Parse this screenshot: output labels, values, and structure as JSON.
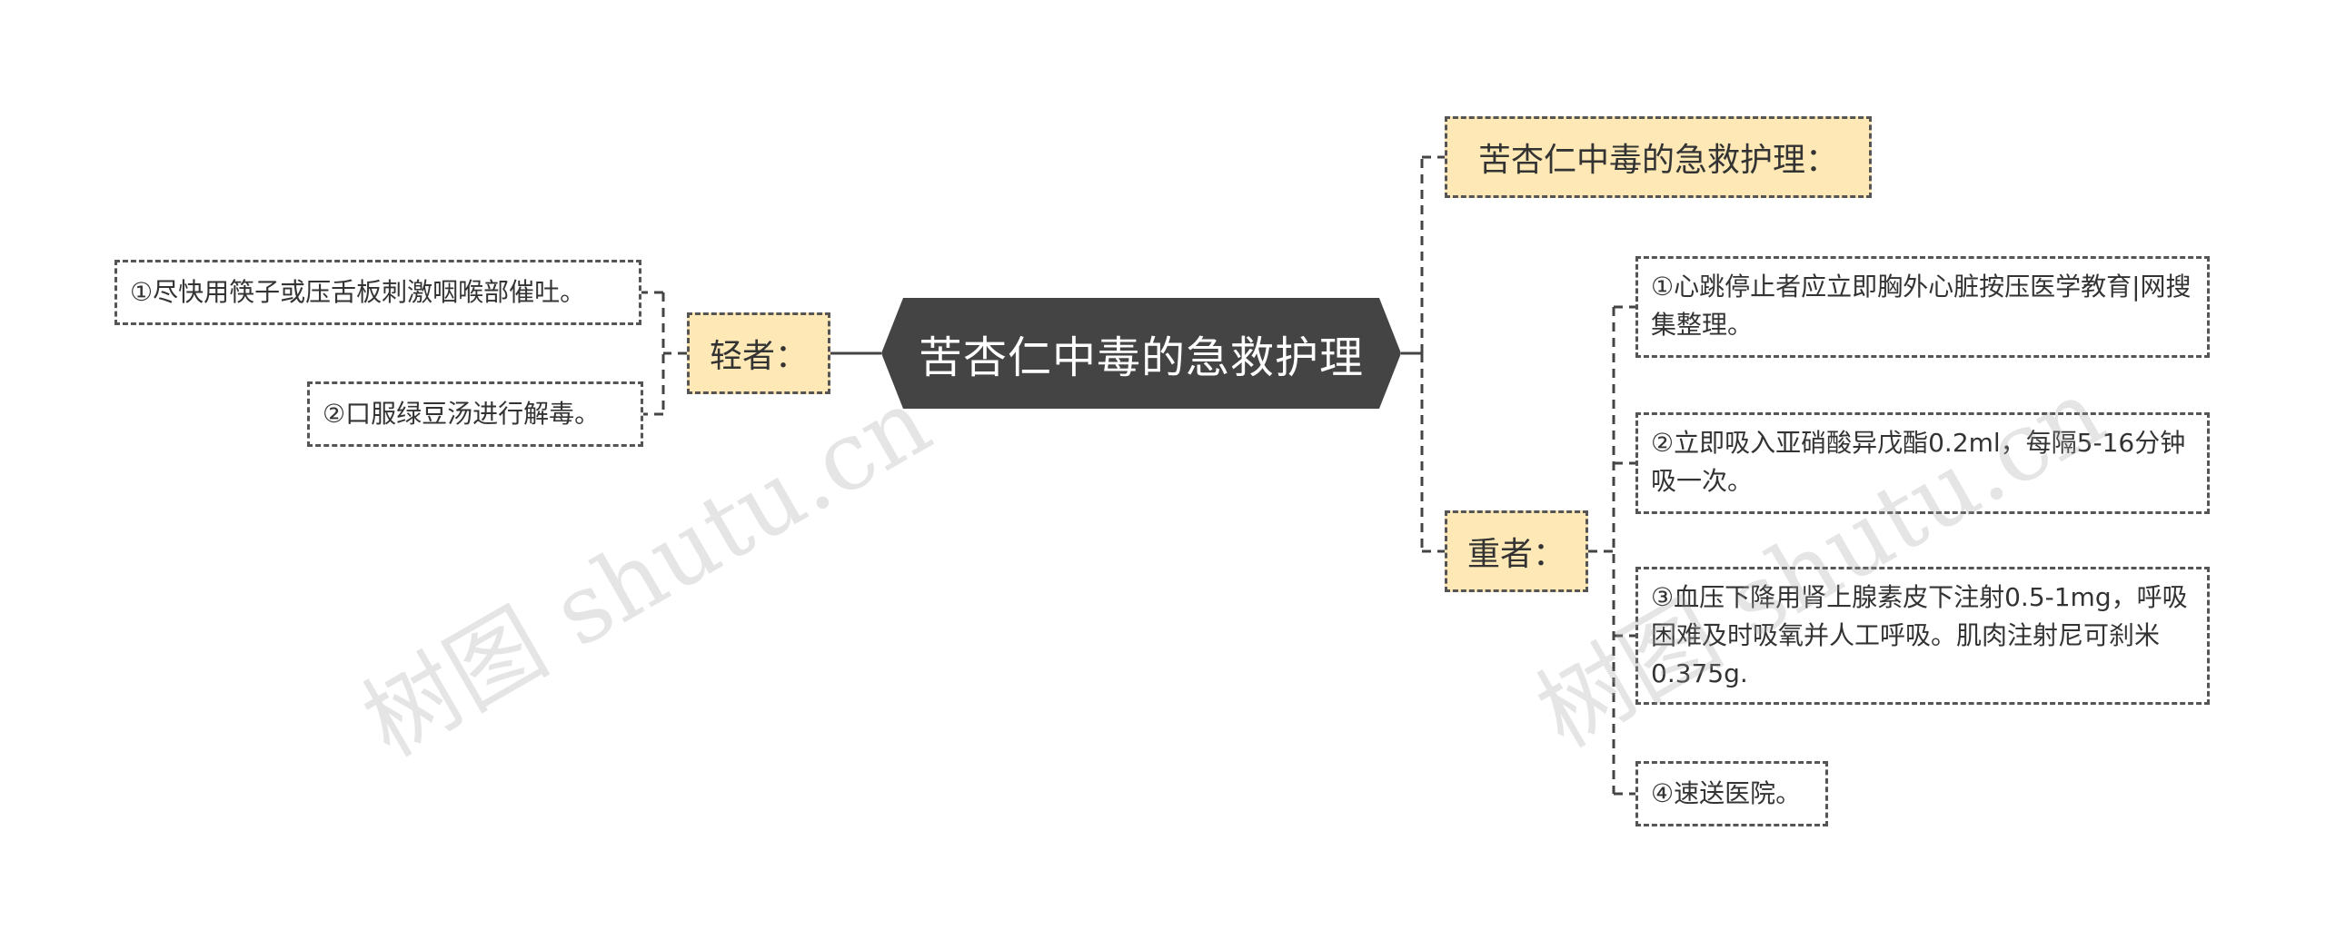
{
  "root": {
    "label": "苦杏仁中毒的急救护理"
  },
  "branches": {
    "top": {
      "label": "苦杏仁中毒的急救护理："
    },
    "light": {
      "label": "轻者：",
      "items": [
        "①尽快用筷子或压舌板刺激咽喉部催吐。",
        "②口服绿豆汤进行解毒。"
      ]
    },
    "heavy": {
      "label": "重者：",
      "items": [
        "①心跳停止者应立即胸外心脏按压医学教育|网搜集整理。",
        "②立即吸入亚硝酸异戊酯0.2ml，每隔5-16分钟吸一次。",
        "③血压下降用肾上腺素皮下注射0.5-1mg，呼吸困难及时吸氧并人工呼吸。肌肉注射尼可刹米0.375g.",
        "④速送医院。"
      ]
    }
  },
  "watermark": {
    "text": "树图 shutu.cn"
  },
  "colors": {
    "root_bg": "#444444",
    "branch_bg": "#fde8b6",
    "border": "#555555",
    "line": "#444444"
  }
}
